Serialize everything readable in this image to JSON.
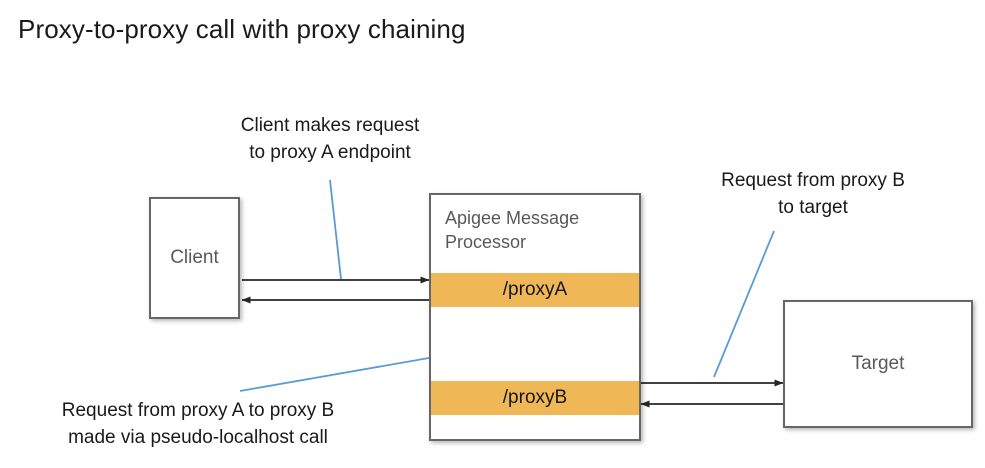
{
  "title": "Proxy-to-proxy call with proxy chaining",
  "colors": {
    "proxy_band": "#EFB755",
    "box_border": "#666666",
    "leader_line": "#5B9BD5",
    "arrow": "#262626",
    "node_text": "#595959",
    "annotation_text": "#1a1a1a"
  },
  "nodes": {
    "client": {
      "label": "Client"
    },
    "target": {
      "label": "Target"
    },
    "message_processor": {
      "title": "Apigee Message Processor",
      "proxy_a": "/proxyA",
      "proxy_b": "/proxyB"
    }
  },
  "annotations": {
    "client_request": "Client makes request\nto proxy A endpoint",
    "proxyb_to_target": "Request from proxy B\nto target",
    "proxya_to_proxyb": "Request from proxy A to proxy B\nmade via pseudo-localhost call"
  },
  "flows": [
    {
      "name": "client-to-proxya",
      "from": "Client",
      "to": "/proxyA",
      "direction": "right"
    },
    {
      "name": "proxya-to-client",
      "from": "/proxyA",
      "to": "Client",
      "direction": "left"
    },
    {
      "name": "proxyb-to-proxya",
      "from": "/proxyB",
      "to": "/proxyA",
      "direction": "up"
    },
    {
      "name": "proxya-to-proxyb",
      "from": "/proxyA",
      "to": "/proxyB",
      "direction": "down"
    },
    {
      "name": "proxyb-to-target",
      "from": "/proxyB",
      "to": "Target",
      "direction": "right"
    },
    {
      "name": "target-to-proxyb",
      "from": "Target",
      "to": "/proxyB",
      "direction": "left"
    }
  ]
}
